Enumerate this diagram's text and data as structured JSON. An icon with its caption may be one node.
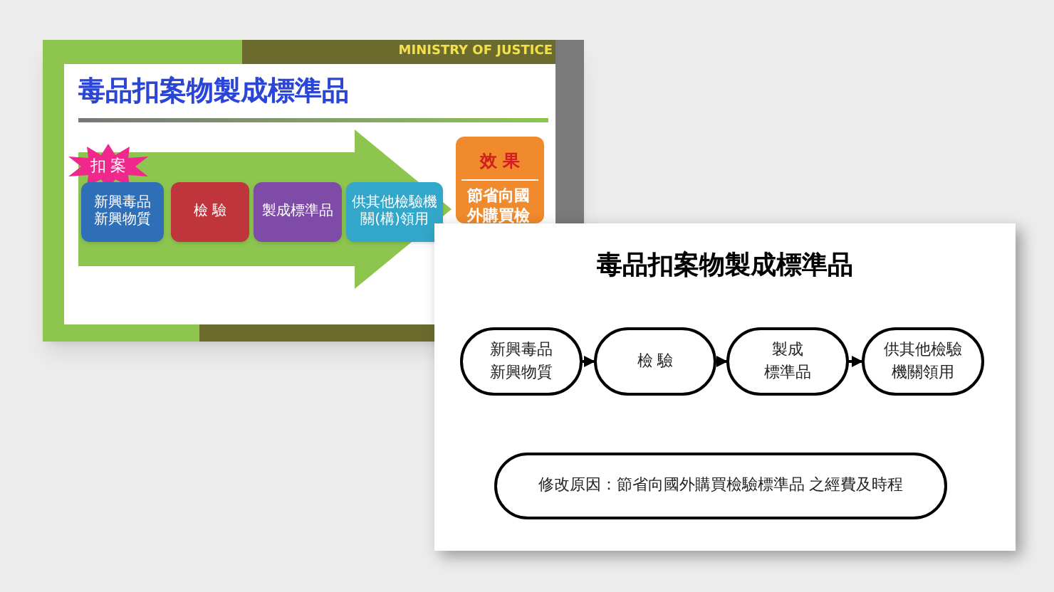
{
  "diagram": {
    "nodes": [
      {
        "text": [
          "MINISTRY OF JUSTICE",
          "毒品扣案物製成標準品"
        ]
      },
      {
        "text": [
          "扣 案"
        ],
        "in": 0
      },
      {
        "text": [
          "新興毒品",
          "新興物質"
        ],
        "in": 0
      },
      {
        "text": [
          "檢 驗"
        ],
        "in": 0
      },
      {
        "text": [
          "製成標準品"
        ],
        "in": 0
      },
      {
        "text": [
          "供其他檢驗機關(構)領用"
        ],
        "in": 0
      },
      {
        "text": [
          "效 果",
          "節省向國外購買檢"
        ],
        "in": 0
      },
      {
        "text": [
          "毒品扣案物製成標準品"
        ]
      },
      {
        "text": [
          "新興毒品",
          "新興物質"
        ],
        "in": 7
      },
      {
        "text": [
          "檢 驗"
        ],
        "in": 7
      },
      {
        "text": [
          "製成",
          "標準品"
        ],
        "in": 7
      },
      {
        "text": [
          "供其他檢驗機關領用"
        ],
        "in": 7
      },
      {
        "text": [
          "修改原因：節省向國外購買檢驗標準品 之經費及時程"
        ],
        "in": 7
      }
    ],
    "edges": [
      {
        "from": 2,
        "to": 6,
        "arrow": "to",
        "style": "thick",
        "color": "#8dc54f"
      },
      {
        "from": 8,
        "to": 9,
        "arrow": "to"
      },
      {
        "from": 9,
        "to": 10,
        "arrow": "to"
      },
      {
        "from": 10,
        "to": 11,
        "arrow": "to"
      }
    ]
  }
}
